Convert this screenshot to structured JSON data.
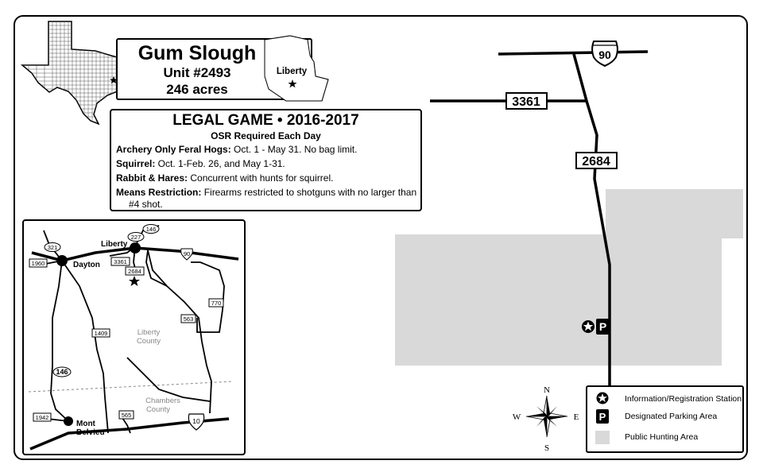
{
  "title": {
    "name": "Gum Slough",
    "unit": "Unit #2493",
    "acres": "246 acres"
  },
  "county_locator": {
    "label": "Liberty"
  },
  "legal_game": {
    "heading": "LEGAL GAME • 2016-2017",
    "subheading": "OSR Required Each Day",
    "rules": [
      {
        "label": "Archery Only Feral Hogs:",
        "text": " Oct. 1 - May 31. No bag limit."
      },
      {
        "label": "Squirrel:",
        "text": " Oct. 1-Feb. 26, and May 1-31."
      },
      {
        "label": "Rabbit & Hares:",
        "text": " Concurrent with hunts for squirrel."
      },
      {
        "label": "Means Restriction:",
        "text": " Firearms restricted to shotguns with no larger than #4 shot."
      }
    ]
  },
  "main_map": {
    "shields": {
      "us_highway": "90",
      "road_a": "3361",
      "road_b": "2684"
    },
    "colors": {
      "hunting_area": "#d9d9d9",
      "road": "#000000"
    }
  },
  "inset_map": {
    "towns": [
      "Dayton",
      "Liberty",
      "Mont",
      "Belvieu"
    ],
    "counties": [
      "Liberty",
      "County",
      "Chambers",
      "County"
    ],
    "shields": [
      "321",
      "1960",
      "3361",
      "2684",
      "227",
      "146",
      "90",
      "770",
      "563",
      "1409",
      "146",
      "1942",
      "565",
      "10"
    ]
  },
  "compass": {
    "n": "N",
    "s": "S",
    "e": "E",
    "w": "W"
  },
  "legend": {
    "items": [
      {
        "icon": "info-star-icon",
        "label": "Information/Registration Station"
      },
      {
        "icon": "parking-icon",
        "glyph": "P",
        "label": "Designated Parking Area"
      },
      {
        "icon": "hunting-area-swatch",
        "label": "Public Hunting Area"
      }
    ]
  }
}
